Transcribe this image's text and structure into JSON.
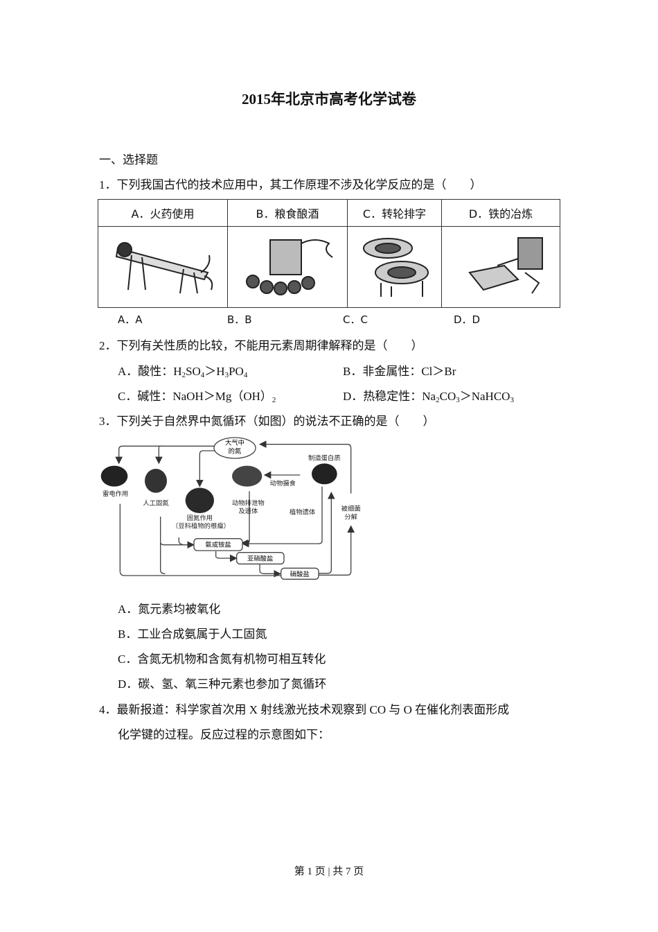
{
  "title": {
    "year": "2015",
    "rest": "年北京市高考化学试卷"
  },
  "section": "一、选择题",
  "q1": {
    "stem": "1．下列我国古代的技术应用中，其工作原理不涉及化学反应的是（　　）",
    "headers": [
      "A．火药使用",
      "B．粮食酿酒",
      "C．转轮排字",
      "D．铁的冶炼"
    ],
    "options": [
      "A．A",
      "B．B",
      "C．C",
      "D．D"
    ]
  },
  "q2": {
    "stem": "2．下列有关性质的比较，不能用元素周期律解释的是（　　）",
    "A": {
      "p": "A．酸性：H",
      "s1": "2",
      "t1": "SO",
      "s2": "4",
      "t2": "＞H",
      "s3": "3",
      "t3": "PO",
      "s4": "4"
    },
    "B": "B．非金属性：Cl＞Br",
    "C": {
      "p": "C．碱性：NaOH＞Mg（OH）",
      "s1": "2"
    },
    "D": {
      "p": "D．热稳定性：Na",
      "s1": "2",
      "t1": "CO",
      "s2": "3",
      "t2": "＞NaHCO",
      "s3": "3"
    }
  },
  "q3": {
    "stem": "3．下列关于自然界中氮循环（如图）的说法不正确的是（　　）",
    "diagram": {
      "atmosphere": [
        "大气中",
        "的氮"
      ],
      "lightning": "雷电作用",
      "artificial": "人工固氮",
      "fixation": [
        "固氮作用",
        "（豆科植物的根瘤）"
      ],
      "animal_waste": [
        "动物排泄物",
        "及遗体"
      ],
      "animal_eat": "动物摄食",
      "protein": "制造蛋白质",
      "plant_remains": "植物遗体",
      "bacteria": [
        "被细菌",
        "分解"
      ],
      "ammonia": "氨或铵盐",
      "nitrite": "亚硝酸盐",
      "nitrate": "硝酸盐"
    },
    "options": [
      "A．氮元素均被氧化",
      "B．工业合成氨属于人工固氮",
      "C．含氮无机物和含氮有机物可相互转化",
      "D．碳、氢、氧三种元素也参加了氮循环"
    ]
  },
  "q4": {
    "line1": "4．最新报道：科学家首次用 X 射线激光技术观察到 CO 与 O 在催化剂表面形成",
    "line2": "化学键的过程。反应过程的示意图如下："
  },
  "footer": "第 1 页 | 共 7 页"
}
